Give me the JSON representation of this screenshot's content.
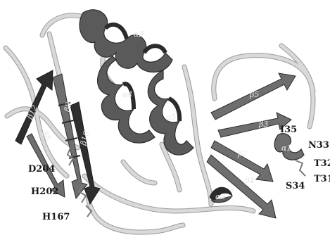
{
  "figure": {
    "colors": {
      "background": "#ffffff",
      "coil": "#d9d9d9",
      "coil_edge": "#9a9a9a",
      "helix": "#5a5a5a",
      "helix_dark": "#2b2b2b",
      "strand": "#6e6e6e",
      "strand_dark": "#2e2e2e"
    },
    "secondary_structure_labels": {
      "a1": "α1",
      "a2": "α2",
      "a3": "α3",
      "a4": "α4",
      "a5": "α5",
      "b2": "β2",
      "b3": "β3",
      "b4": "β4",
      "b5": "β5",
      "b8": "β8",
      "b9": "β9",
      "b10": "β10",
      "b12": "β12"
    },
    "residue_labels": {
      "d204": "D204",
      "h202": "H202",
      "h167": "H167",
      "i35": "I35",
      "n33": "N33",
      "t32": "T32",
      "t31": "T31",
      "s34": "S34"
    }
  }
}
